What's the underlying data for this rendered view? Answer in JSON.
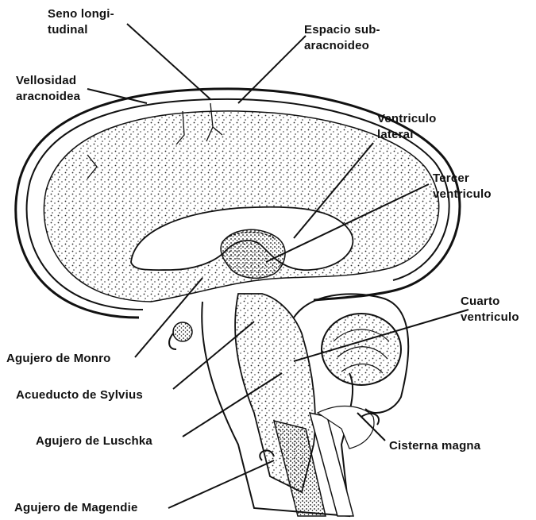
{
  "colors": {
    "ink": "#111111",
    "paper": "#ffffff"
  },
  "labels": {
    "seno_longitudinal": [
      "Seno longi-",
      "tudinal"
    ],
    "espacio_subaracnoideo": [
      "Espacio sub-",
      "aracnoideo"
    ],
    "vellosidad_aracnoidea": [
      "Vellosidad",
      "aracnoidea"
    ],
    "ventriculo_lateral": [
      "Ventriculo",
      "lateral"
    ],
    "tercer_ventriculo": [
      "Tercer",
      "ventriculo"
    ],
    "cuarto_ventriculo": [
      "Cuarto",
      "ventriculo"
    ],
    "agujero_monro": "Agujero de Monro",
    "acueducto_sylvius": "Acueducto de Sylvius",
    "agujero_luschka": "Agujero de Luschka",
    "cisterna_magna": "Cisterna magna",
    "agujero_magendie": "Agujero de Magendie"
  }
}
